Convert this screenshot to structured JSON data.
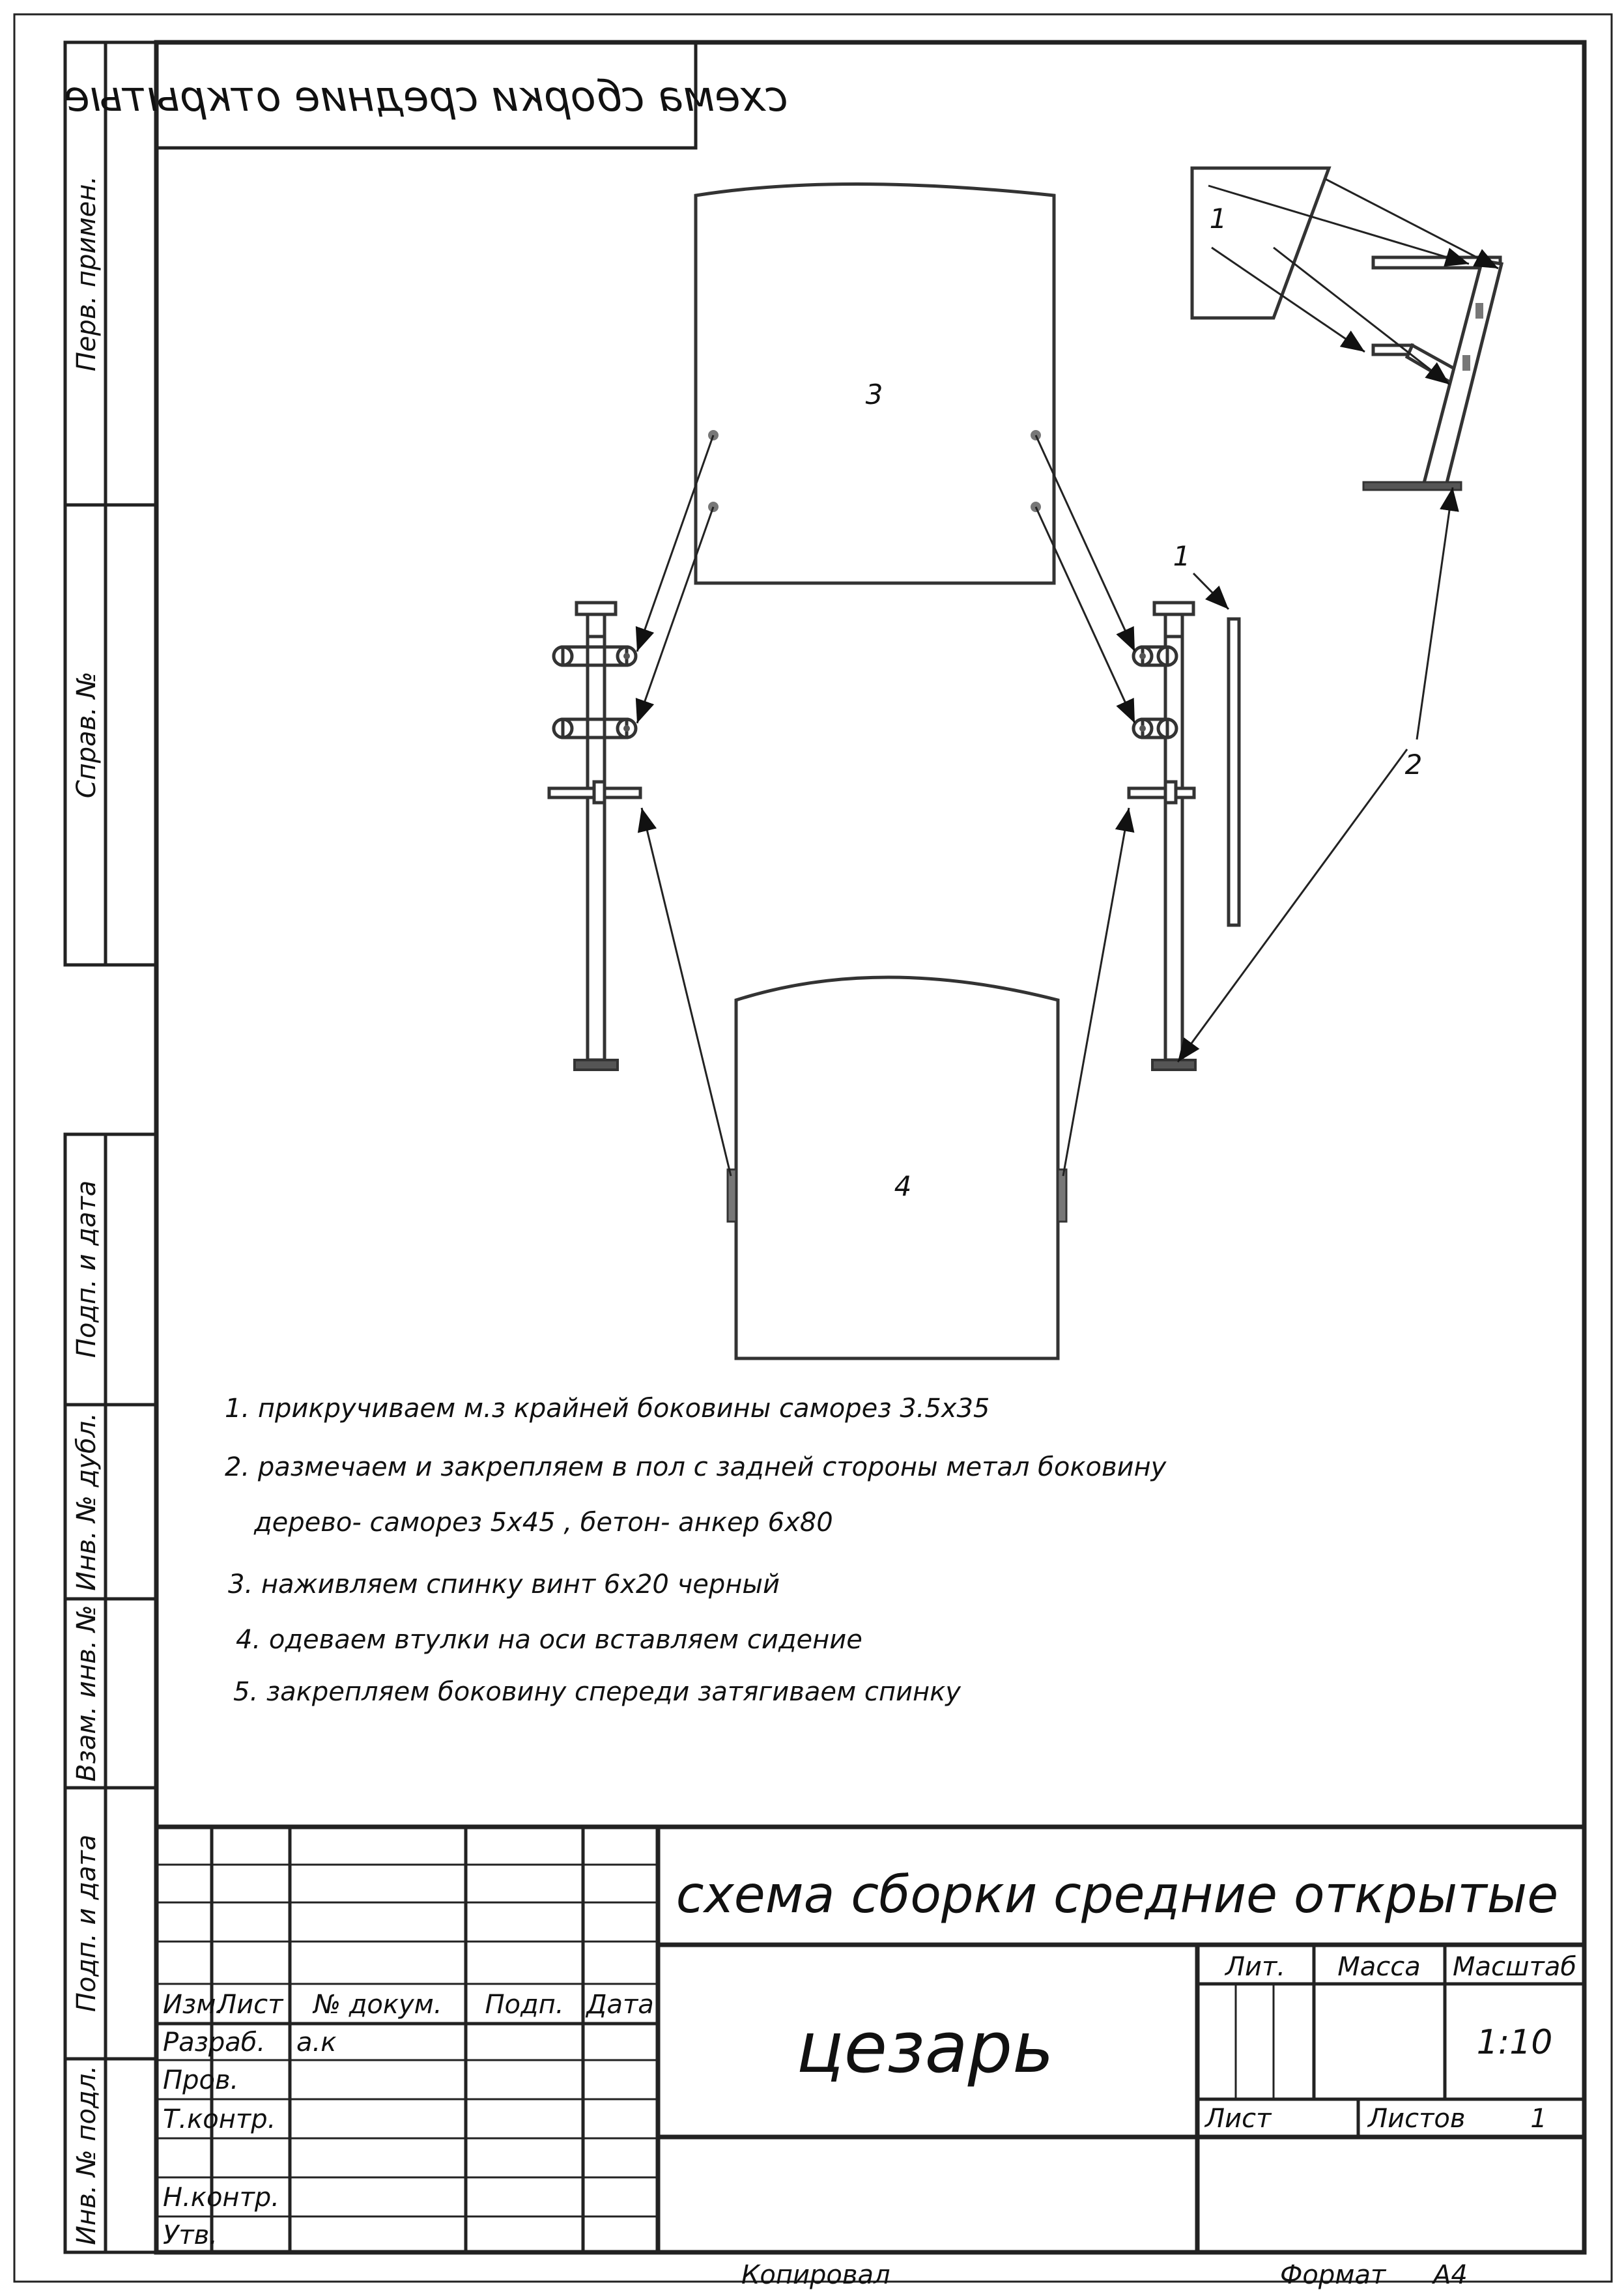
{
  "drawing_header": "схема сборки средние открытые",
  "side_labels": {
    "perv_primen": "Перв. примен.",
    "sprav_no": "Справ. №",
    "podp_data_1": "Подп. и дата",
    "inv_dubl": "Инв. № дубл.",
    "vzam_inv": "Взам. инв. №",
    "podp_data_2": "Подп. и дата",
    "inv_podl": "Инв. № подл."
  },
  "callouts": {
    "part3": "3",
    "part4": "4",
    "one_a": "1",
    "one_b": "1",
    "two": "2"
  },
  "instructions": [
    "1.    прикручиваем м.з крайней боковины саморез 3.5х35",
    "2. размечаем и закрепляем в пол с задней стороны метал боковину",
    "дерево- саморез 5х45 , бетон- анкер 6х80",
    "3. наживляем спинку винт 6х20 черный",
    "4.  одеваем втулки на оси вставляем сидение",
    "5. закрепляем боковину спереди затягиваем спинку"
  ],
  "title_block": {
    "headers": {
      "izm": "Изм.",
      "list": "Лист",
      "dokum": "№ докум.",
      "podp": "Подп.",
      "data": "Дата"
    },
    "roles": {
      "razrab": "Разраб.",
      "prov": "Пров.",
      "tkontr": "Т.контр.",
      "nkontr": "Н.контр.",
      "utv": "Утв."
    },
    "developer_name": "а.к",
    "document_title": "схема сборки средние открытые",
    "product_name": "цезарь",
    "lit_label": "Лит.",
    "massa_label": "Масса",
    "masshtab_label": "Масштаб",
    "scale_value": "1:10",
    "list_label": "Лист",
    "listov_label": "Листов",
    "listov_value": "1"
  },
  "footer": {
    "copied_label": "Копировал",
    "format_label": "Формат",
    "format_value": "А4"
  }
}
